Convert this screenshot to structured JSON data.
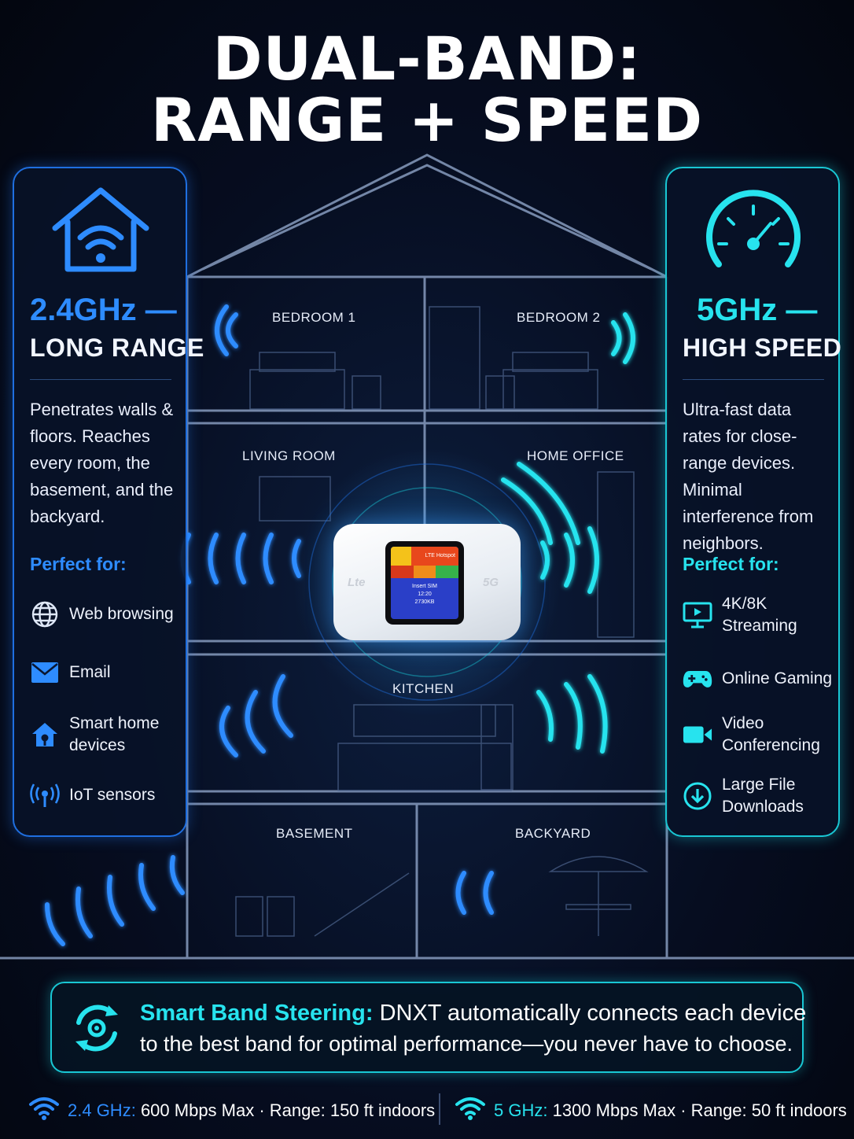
{
  "title": {
    "line1": "DUAL-BAND:",
    "line2": "RANGE + SPEED"
  },
  "colors": {
    "band24": "#2e8cff",
    "band5": "#27e3ee",
    "background": "#050b1a"
  },
  "left_panel": {
    "icon": "wifi-house-icon",
    "band": "2.4GHz —",
    "subtitle": "LONG RANGE",
    "description": "Penetrates walls & floors. Reaches every room, the basement, and the backyard.",
    "perfect_for": "Perfect for:",
    "items": [
      {
        "icon": "globe-icon",
        "label": "Web browsing"
      },
      {
        "icon": "envelope-icon",
        "label": "Email"
      },
      {
        "icon": "smart-home-icon",
        "label": "Smart home devices"
      },
      {
        "icon": "iot-sensor-icon",
        "label": "IoT sensors"
      }
    ]
  },
  "right_panel": {
    "icon": "speedometer-icon",
    "band": "5GHz —",
    "subtitle": "HIGH SPEED",
    "description": "Ultra-fast data rates for close-range devices. Minimal interference from neighbors.",
    "perfect_for": "Perfect for:",
    "items": [
      {
        "icon": "monitor-icon",
        "label": "4K/8K Streaming"
      },
      {
        "icon": "gamepad-icon",
        "label": "Online Gaming"
      },
      {
        "icon": "video-camera-icon",
        "label": "Video Conferencing"
      },
      {
        "icon": "download-icon",
        "label": "Large File Downloads"
      }
    ]
  },
  "rooms": {
    "bedroom1": "BEDROOM 1",
    "bedroom2": "BEDROOM 2",
    "living": "LIVING ROOM",
    "office": "HOME OFFICE",
    "kitchen": "KITCHEN",
    "basement": "BASEMENT",
    "backyard": "BACKYARD"
  },
  "device": {
    "left_label": "Lte",
    "right_label": "5G",
    "screen_header": "LTE Hotspot",
    "screen_line1": "Insert SIM",
    "screen_line2": "12:20",
    "screen_line3": "2730KB"
  },
  "steering": {
    "icon": "band-steering-icon",
    "highlight": "Smart Band Steering:",
    "line1": "DNXT automatically connects each device",
    "line2": "to the best band for optimal performance—you never have to choose."
  },
  "footer": {
    "b24_key": "2.4 GHz:",
    "b24_text": "600 Mbps Max · Range: 150 ft indoors",
    "b5_key": "5 GHz:",
    "b5_text": "1300 Mbps Max · Range: 50 ft indoors"
  }
}
